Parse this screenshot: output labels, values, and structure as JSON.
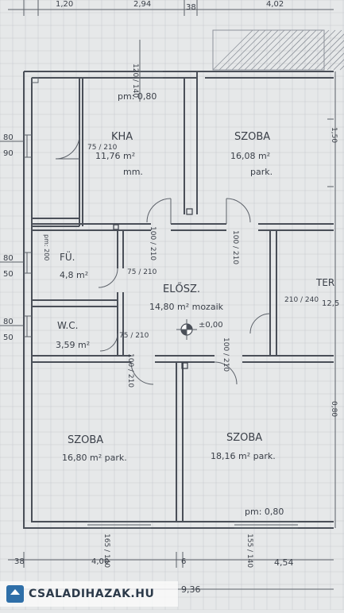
{
  "rooms": [
    {
      "name": "KHA",
      "area": "11,76 m²",
      "floor": "mm."
    },
    {
      "name": "SZOBA",
      "area": "16,08 m²",
      "floor": "park."
    },
    {
      "name": "FÜ.",
      "area": "4,8 m²",
      "floor": ""
    },
    {
      "name": "ELŐSZ.",
      "area": "14,80 m² mozaik",
      "floor": ""
    },
    {
      "name": "W.C.",
      "area": "3,59 m²",
      "floor": ""
    },
    {
      "name": "SZOBA",
      "area": "16,80 m² park.",
      "floor": ""
    },
    {
      "name": "SZOBA",
      "area": "18,16 m² park.",
      "floor": ""
    },
    {
      "name": "TER",
      "area": "12,5",
      "floor": ""
    }
  ],
  "dimensions": {
    "top": [
      "1,20",
      "2,94",
      "38",
      "4,02"
    ],
    "bottom": [
      "38",
      "4,00",
      "6",
      "4,54"
    ],
    "total": "9,36",
    "left": [
      "80",
      "90",
      "80",
      "50",
      "80",
      "50"
    ],
    "right": [
      "1,50",
      "0,80"
    ]
  },
  "annotations": {
    "window_kitchen": "120 / 140",
    "pm_top": "pm: 0,80",
    "pm_bottom": "pm: 0,80",
    "level": "±0,00",
    "door_75_210": "75 / 210",
    "door_75_210b": "75 / 210",
    "door_75_210c": "75 / 210",
    "door_100_210": "100 / 210",
    "door_100_210b": "100 / 210",
    "door_100_210c": "100 / 210",
    "door_100_210d": "100 / 210",
    "door_210_240": "210 / 240",
    "pm_fu": "pm: 200",
    "win_165_140": "165 / 140",
    "win_155_140": "155 / 140"
  },
  "watermark": {
    "text": "CSALADIHAZAK.HU",
    "color": "#2f6fa8"
  }
}
